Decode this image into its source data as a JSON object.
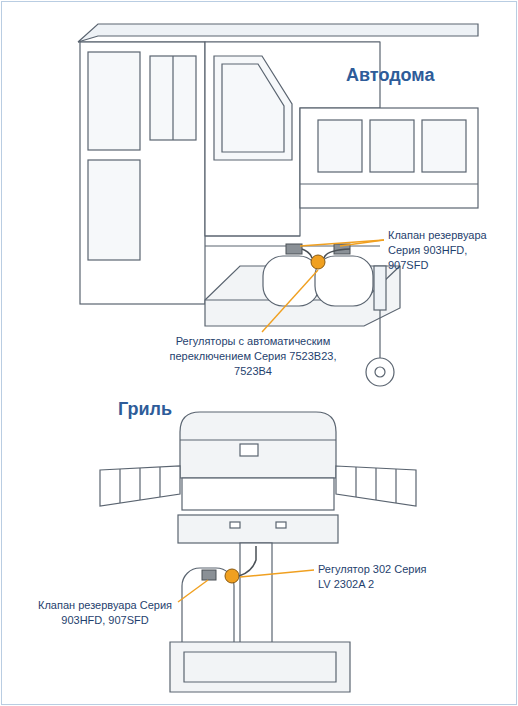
{
  "diagram": {
    "labels": [
      "Автодома",
      "Клапан резервуара Серия 903HFD, 907SFD",
      "Регуляторы с автоматическим переключением Серия 7523B23, 7523B4",
      "Гриль",
      "Регулятор 302 Серия LV 2302A 2",
      "Клапан резервуара Серия 903HFD, 907SFD"
    ]
  }
}
